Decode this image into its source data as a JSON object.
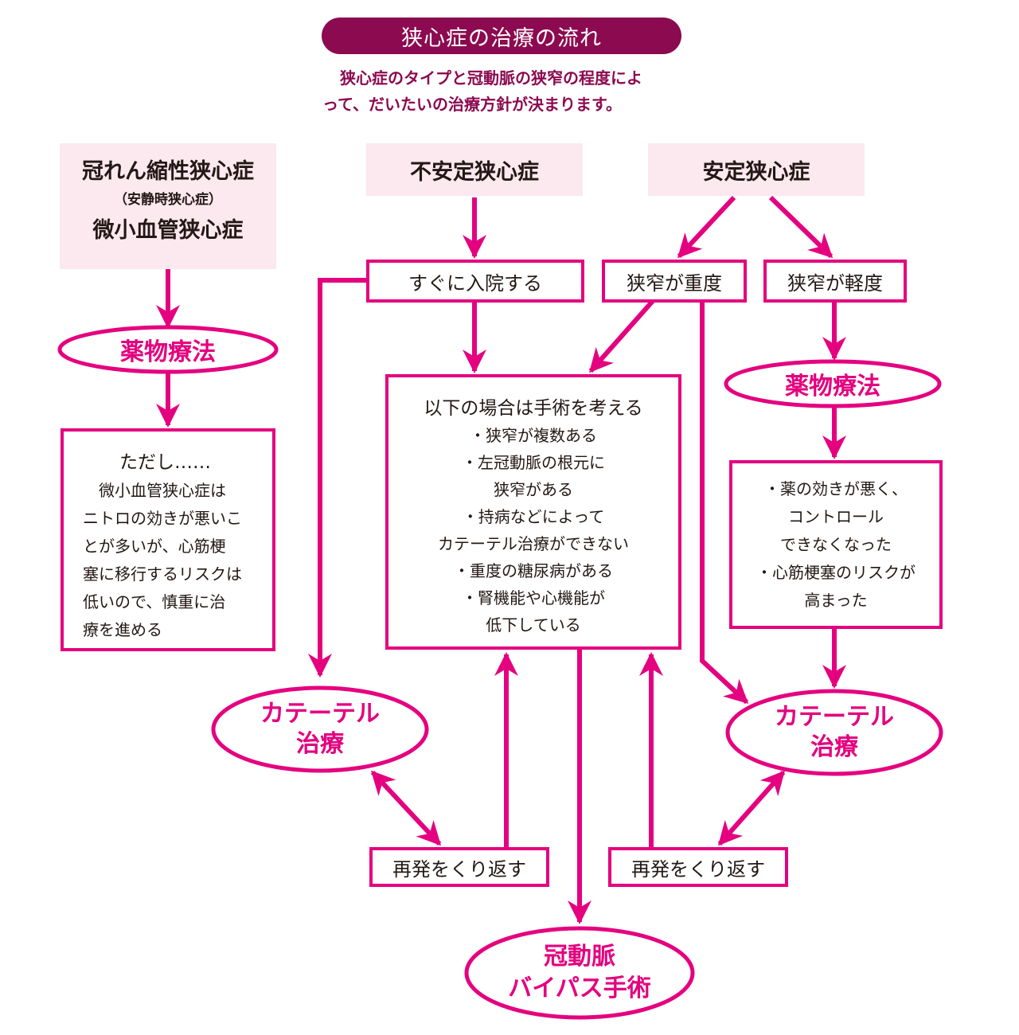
{
  "title": "狭心症の治療の流れ",
  "intro": {
    "line1": "狭心症のタイプと冠動脈の狭窄の程度によ",
    "line2": "って、だいたいの治療方針が決まります。"
  },
  "colors": {
    "accent": "#e4007f",
    "title_bg": "#8c0a50",
    "category_bg": "#fbe9ef",
    "text": "#231815"
  },
  "categories": {
    "vasospastic": {
      "line1": "冠れん縮性狭心症",
      "line2": "（安静時狭心症）",
      "line3": "微小血管狭心症"
    },
    "unstable": {
      "label": "不安定狭心症"
    },
    "stable": {
      "label": "安定狭心症"
    }
  },
  "nodes": {
    "hospitalize": "すぐに入院する",
    "severe_stenosis": "狭窄が重度",
    "mild_stenosis": "狭窄が軽度",
    "medication_left": "薬物療法",
    "medication_right": "薬物療法",
    "catheter_left": {
      "line1": "カテーテル",
      "line2": "治療"
    },
    "catheter_right": {
      "line1": "カテーテル",
      "line2": "治療"
    },
    "recur_left": "再発をくり返す",
    "recur_right": "再発をくり返す",
    "bypass": {
      "line1": "冠動脈",
      "line2": "バイパス手術"
    }
  },
  "notes": {
    "caveat": {
      "heading": "ただし……",
      "lines": [
        "　微小血管狭心症は",
        "ニトロの効きが悪いこ",
        "とが多いが、心筋梗",
        "塞に移行するリスクは",
        "低いので、慎重に治",
        "療を進める"
      ]
    },
    "surgery": {
      "heading": "以下の場合は手術を考える",
      "lines": [
        "・狭窄が複数ある",
        "・左冠動脈の根元に",
        "狭窄がある",
        "・持病などによって",
        "カテーテル治療ができない",
        "・重度の糖尿病がある",
        "・腎機能や心機能が",
        "低下している"
      ]
    },
    "medication_failure": {
      "lines": [
        "・薬の効きが悪く、",
        "コントロール",
        "できなくなった",
        "・心筋梗塞のリスクが",
        "高まった"
      ]
    }
  }
}
